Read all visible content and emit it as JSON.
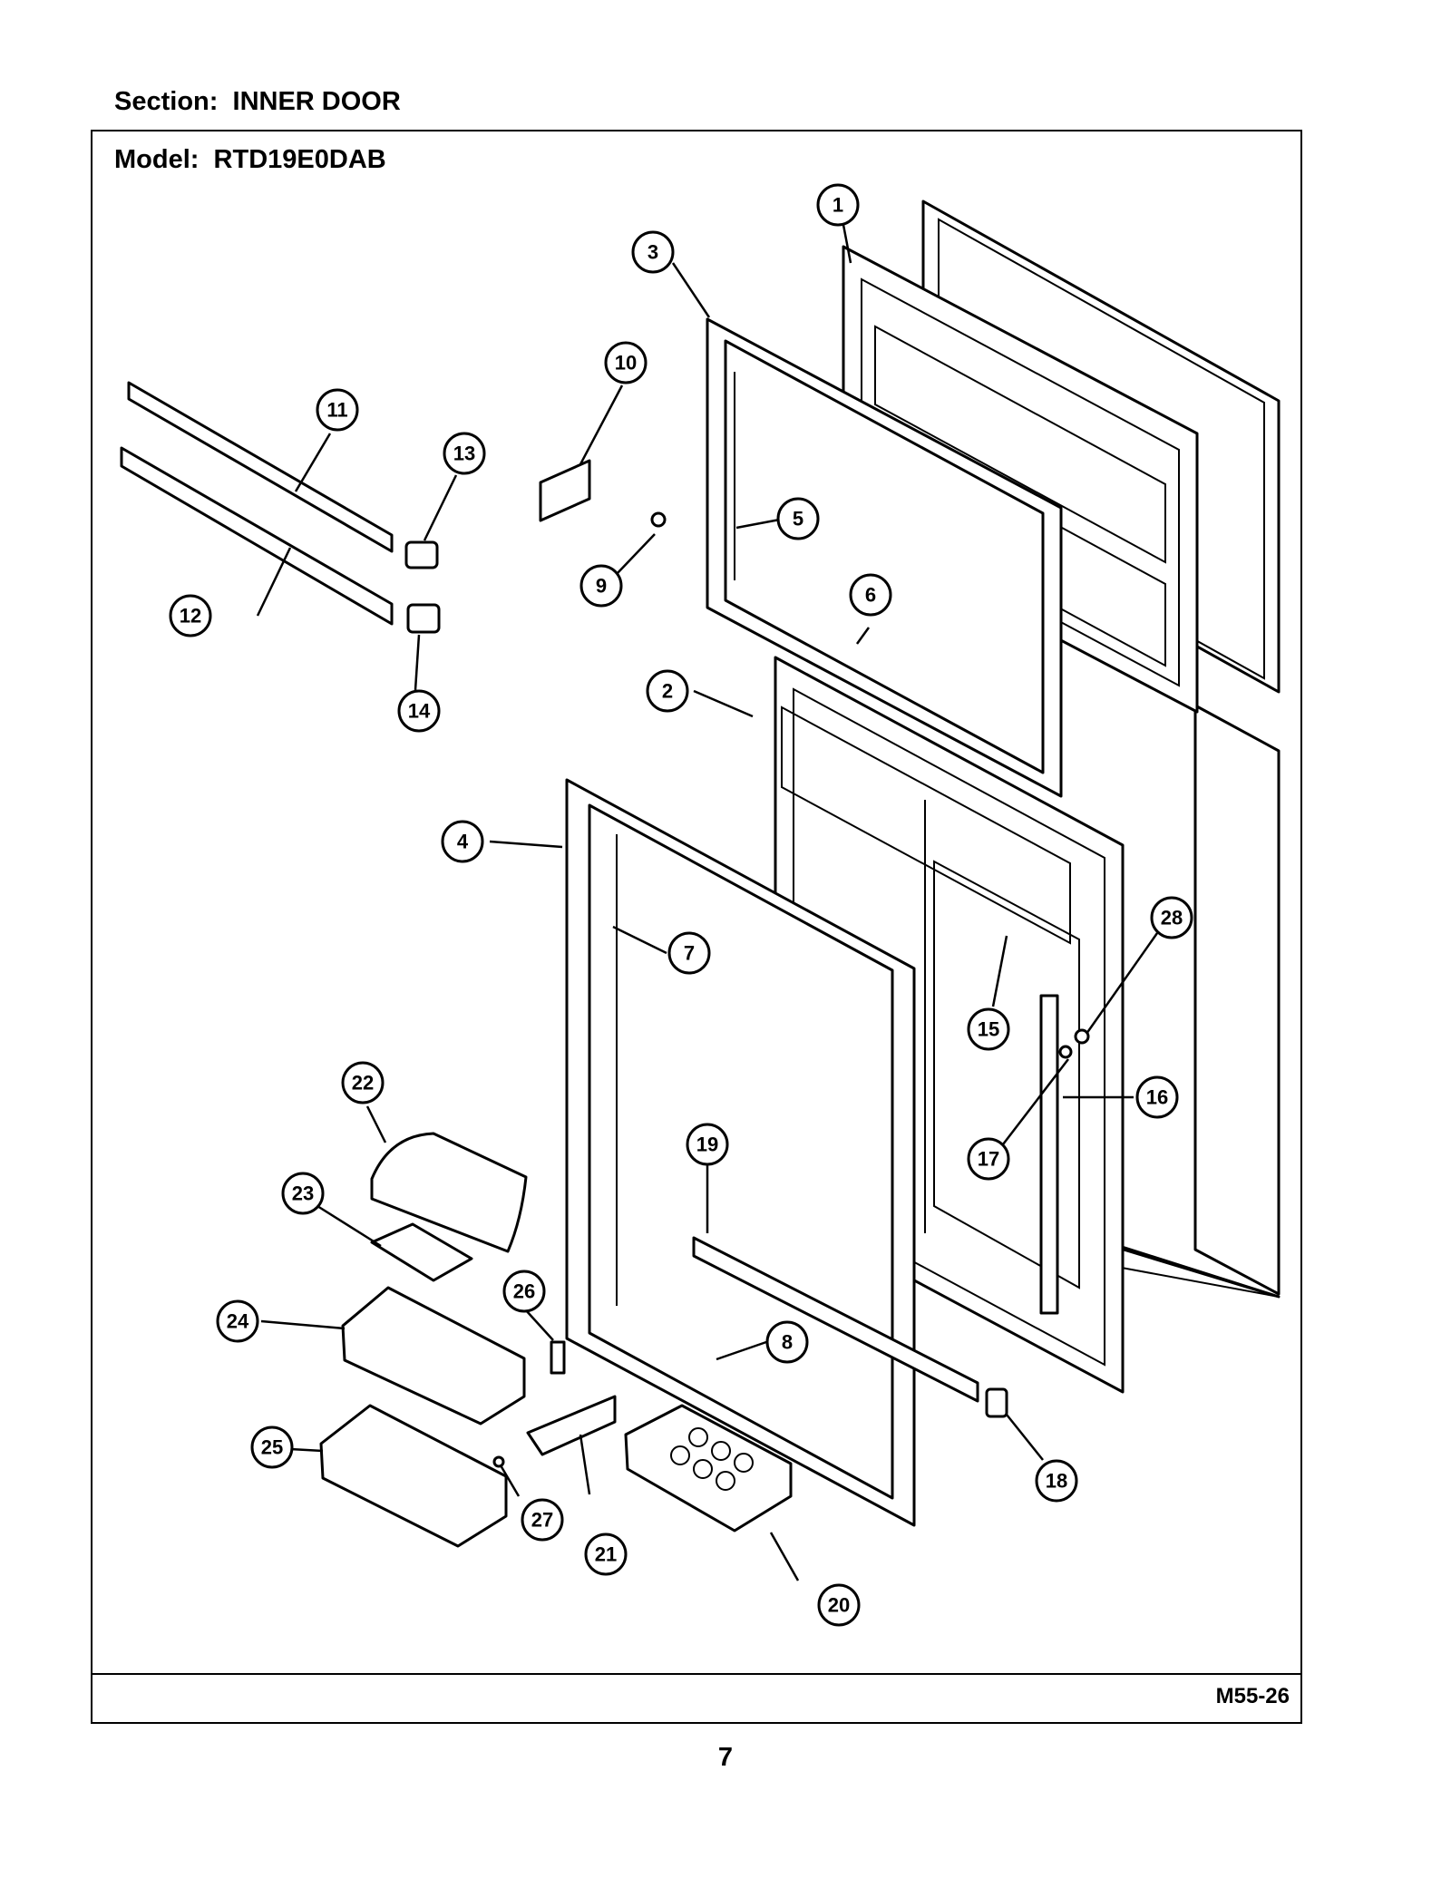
{
  "header": {
    "section": "Section:  INNER DOOR",
    "model": "Model:  RTD19E0DAB"
  },
  "footer": {
    "figure_code": "M55-26",
    "page_number": "7"
  },
  "callouts": [
    "1",
    "2",
    "3",
    "4",
    "5",
    "6",
    "7",
    "8",
    "9",
    "10",
    "11",
    "12",
    "13",
    "14",
    "15",
    "16",
    "17",
    "18",
    "19",
    "20",
    "21",
    "22",
    "23",
    "24",
    "25",
    "26",
    "27",
    "28"
  ]
}
